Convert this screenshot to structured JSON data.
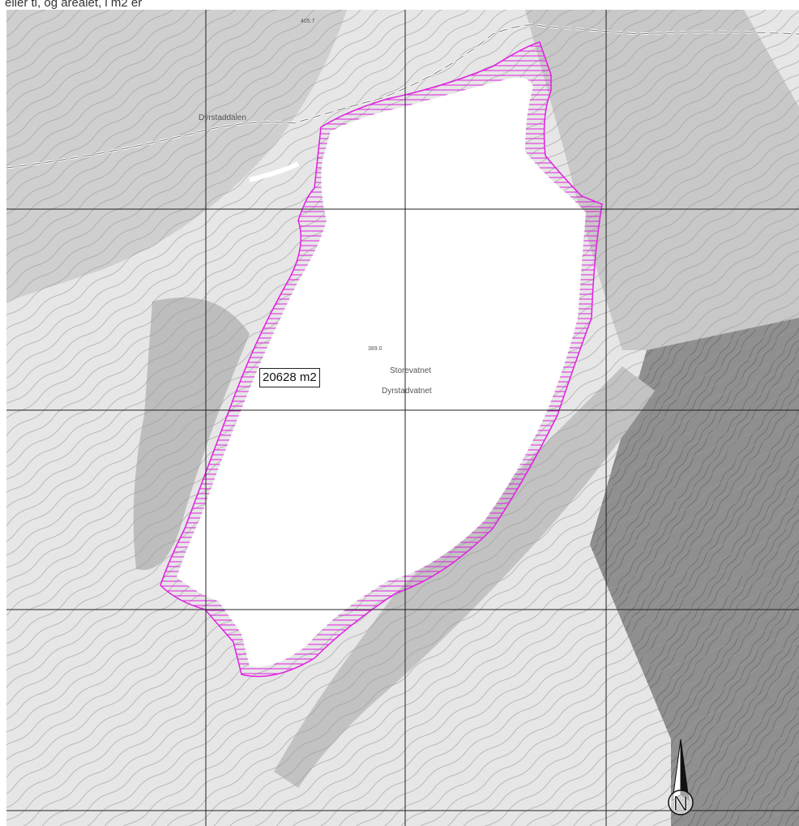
{
  "caption": "eller ti, og arealet, i m2 er",
  "map": {
    "labels": {
      "valley": "Dyrstaddalen",
      "lake_primary": "Storevatnet",
      "lake_secondary": "Dyrstadvatnet",
      "lake_elevation": "389.0",
      "peak_elevation": "405.7"
    },
    "area_measurement": "20628 m2",
    "north_arrow_letter": "N",
    "colors": {
      "shoreline": "#e020e0",
      "grid": "#222222",
      "water": "#ffffff"
    }
  }
}
